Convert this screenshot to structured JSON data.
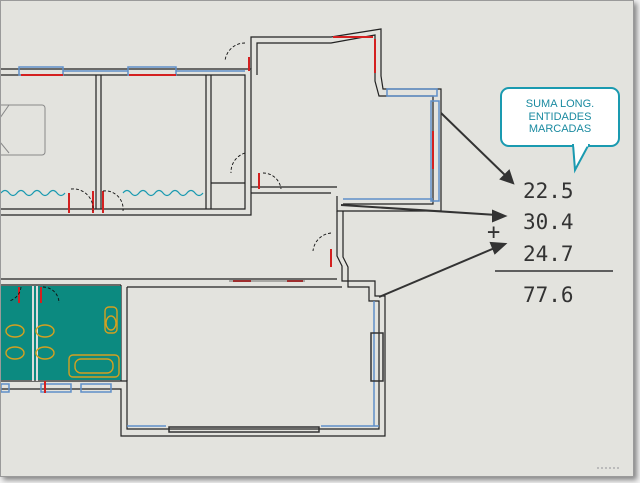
{
  "callout": {
    "lines": [
      "SUMA LONG.",
      "ENTIDADES",
      "MARCADAS"
    ]
  },
  "sum": {
    "values": [
      "22.5",
      "30.4",
      "24.7"
    ],
    "operator": "+",
    "total": "77.6"
  },
  "colors": {
    "background": "#e3e3de",
    "wall": "#222222",
    "selected_entity": "#d42020",
    "window": "#5f8fc8",
    "bathroom_fill": "#0c8a80",
    "callout_border": "#1a9ab0",
    "callout_text": "#1a8aa0"
  },
  "icons": [
    "sink-icon",
    "toilet-icon",
    "bathtub-icon",
    "bed-icon",
    "radiator-icon"
  ]
}
